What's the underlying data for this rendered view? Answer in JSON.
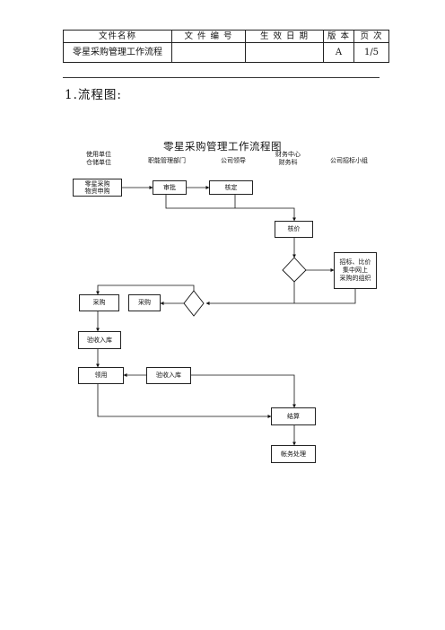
{
  "header": {
    "col_name": "文件名称",
    "col_number": "文 件 编 号",
    "col_date": "生 效 日 期",
    "col_version": "版 本",
    "col_page": "页 次",
    "doc_name": "零星采购管理工作流程",
    "doc_number": "",
    "effective_date": "",
    "version": "A",
    "page": "1/5"
  },
  "section_title": "1.流程图:",
  "flowchart": {
    "title": "零星采购管理工作流程图",
    "columns": {
      "user_unit": "使用单位\n仓储单位",
      "functional_dept": "职能管理部门",
      "company_leader": "公司领导",
      "finance": "财务中心\n财务科",
      "bidding_group": "公司招标小组"
    },
    "nodes": {
      "request": "零星采购\n物资申购",
      "approve": "审批",
      "verify": "核定",
      "price_check": "核价",
      "bidding": "招标、比价\n集中网上\n采购的组织",
      "purchase_left": "采购",
      "purchase_mid": "采购",
      "receive_store": "验收入库",
      "requisition": "领用",
      "receive_store2": "验收入库",
      "settlement": "结算",
      "accounting": "帐务处理"
    }
  }
}
